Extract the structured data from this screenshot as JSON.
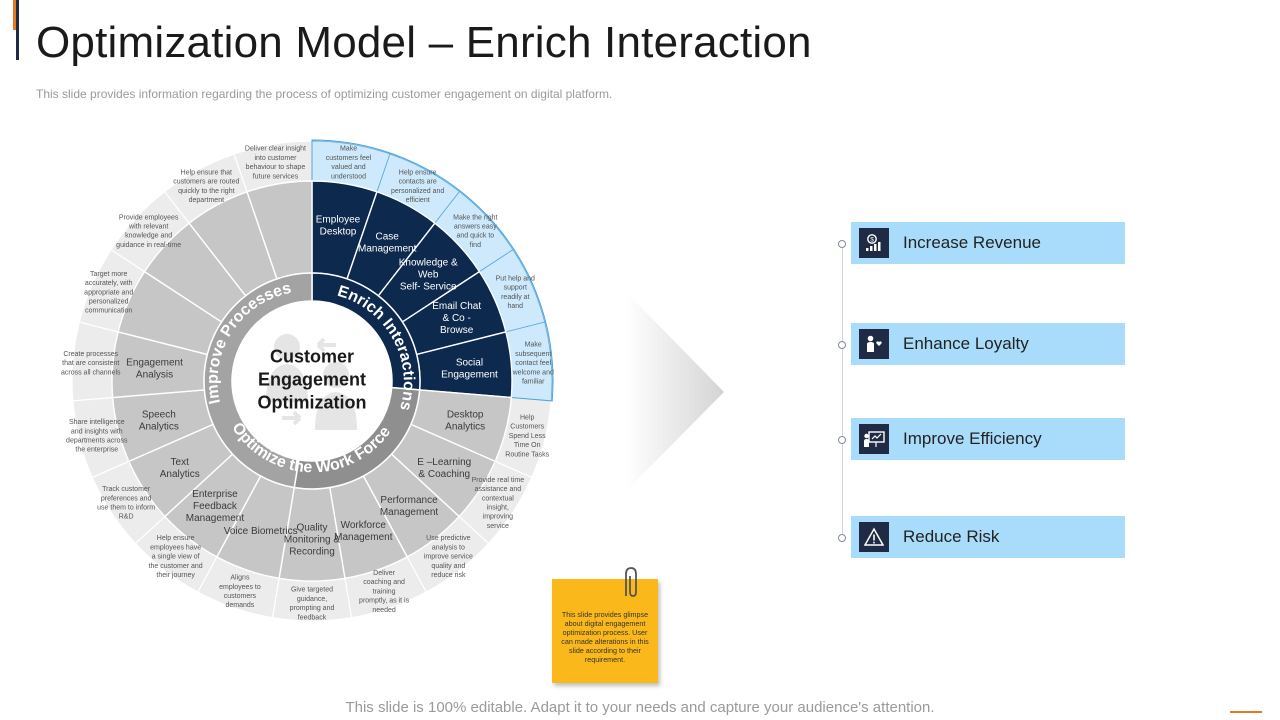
{
  "slide": {
    "title": "Optimization Model – Enrich Interaction",
    "subtitle": "This slide provides information regarding the process of optimizing customer engagement on digital platform.",
    "footer": "This slide is 100% editable. Adapt it to your needs and capture your audience's attention."
  },
  "colors": {
    "navy": "#0d2a4e",
    "light_blue": "#cde9fb",
    "mid_gray": "#c6c6c6",
    "outer_gray": "#ececec",
    "highlight_blue": "#a9dcfa",
    "accent_orange": "#e87722",
    "sticky_yellow": "#fbb81a"
  },
  "wheel": {
    "center_lines": [
      "Customer",
      "Engagement",
      "Optimization"
    ],
    "ring_labels": {
      "enrich": "Enrich Interactions",
      "improve": "Improve Processes",
      "optimize": "Optimize the Work Force"
    },
    "segments": [
      {
        "label": [
          "Employee",
          "Desktop"
        ],
        "note": [
          "Make",
          "customers feel",
          "valued and",
          "understood"
        ],
        "highlight": true
      },
      {
        "label": [
          "Case",
          "Management"
        ],
        "note": [
          "Help ensure",
          "contacts are",
          "personalized and",
          "efficient"
        ],
        "highlight": true
      },
      {
        "label": [
          "Knowledge &",
          "Web",
          "Self- Service"
        ],
        "note": [
          "Make the right",
          "answers easy",
          "and quick to",
          "find"
        ],
        "highlight": true
      },
      {
        "label": [
          "Email Chat",
          "& Co -",
          "Browse"
        ],
        "note": [
          "Put help and",
          "support",
          "readily at",
          "hand"
        ],
        "highlight": true
      },
      {
        "label": [
          "Social",
          "Engagement"
        ],
        "note": [
          "Make",
          "subsequent",
          "contact feel",
          "welcome and",
          "familiar"
        ],
        "highlight": true
      },
      {
        "label": [
          "Desktop",
          "Analytics"
        ],
        "note": [
          "Help",
          "Customers",
          "Spend Less",
          "Time On",
          "Routine Tasks"
        ],
        "highlight": false
      },
      {
        "label": [
          "E –Learning",
          "& Coaching"
        ],
        "note": [
          "Provide real time",
          "assistance and",
          "contextual",
          "insight,",
          "improving",
          "service"
        ],
        "highlight": false
      },
      {
        "label": [
          "Performance",
          "Management"
        ],
        "note": [
          "Use predictive",
          "analysis to",
          "improve service",
          "quality and",
          "reduce risk"
        ],
        "highlight": false
      },
      {
        "label": [
          "Workforce",
          "Management"
        ],
        "note": [
          "Deliver",
          "coaching and",
          "training",
          "promptly, as it is",
          "needed"
        ],
        "highlight": false
      },
      {
        "label": [
          "Quality",
          "Monitoring &",
          "Recording"
        ],
        "note": [
          "Give targeted",
          "guidance,",
          "prompting and",
          "feedback"
        ],
        "highlight": false
      },
      {
        "label": [
          "Voice Biometrics"
        ],
        "note": [
          "Aligns",
          "employees to",
          "customers",
          "demands"
        ],
        "highlight": false
      },
      {
        "label": [
          "Enterprise",
          "Feedback",
          "Management"
        ],
        "note": [
          "Help ensure",
          "employees have",
          "a single view of",
          "the customer and",
          "their journey"
        ],
        "highlight": false
      },
      {
        "label": [
          "Text",
          "Analytics"
        ],
        "note": [
          "Track customer",
          "preferences and",
          "use them to inform",
          "R&D"
        ],
        "highlight": false
      },
      {
        "label": [
          "Speech",
          "Analytics"
        ],
        "note": [
          "Share intelligence",
          "and insights with",
          "departments across",
          "the enterprise"
        ],
        "highlight": false
      },
      {
        "label": [
          "Engagement",
          "Analysis"
        ],
        "note": [
          "Create processes",
          "that are consistent",
          "across all channels"
        ],
        "highlight": false
      },
      {
        "label": [],
        "note": [
          "Target more",
          "accurately, with",
          "appropriate and",
          "personalized",
          "communication"
        ],
        "highlight": false
      },
      {
        "label": [],
        "note": [
          "Provide employees",
          "with relevant",
          "knowledge and",
          "guidance in real-time"
        ],
        "highlight": false
      },
      {
        "label": [],
        "note": [
          "Help ensure that",
          "customers are routed",
          "quickly to the right",
          "department"
        ],
        "highlight": false
      },
      {
        "label": [],
        "note": [
          "Deliver clear insight",
          "into customer",
          "behaviour to shape",
          "future services"
        ],
        "highlight": false
      }
    ]
  },
  "outcomes": [
    {
      "label": "Increase Revenue",
      "icon": "revenue-chart-icon"
    },
    {
      "label": "Enhance Loyalty",
      "icon": "loyalty-person-icon"
    },
    {
      "label": "Improve Efficiency",
      "icon": "efficiency-presentation-icon"
    },
    {
      "label": "Reduce Risk",
      "icon": "risk-warning-icon"
    }
  ],
  "sticky_note": {
    "text": "This slide provides glimpse about digital engagement optimization process. User can made alterations in this slide according to their requirement."
  }
}
